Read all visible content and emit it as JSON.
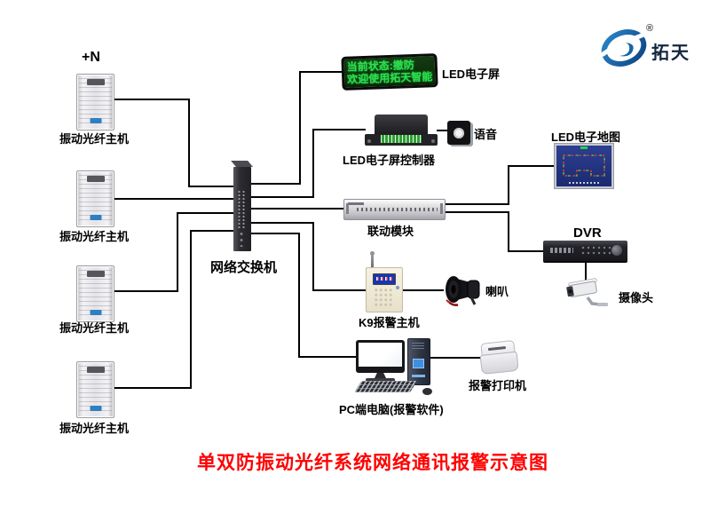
{
  "brand": {
    "name": "拓天",
    "registered_mark": "®",
    "logo_icon": "tuotian-swirl-logo"
  },
  "title": "单双防振动光纤系统网络通讯报警示意图",
  "annotations": {
    "n_label": "+N"
  },
  "hosts": [
    {
      "label": "振动光纤主机"
    },
    {
      "label": "振动光纤主机"
    },
    {
      "label": "振动光纤主机"
    },
    {
      "label": "振动光纤主机"
    }
  ],
  "switch": {
    "label": "网络交换机"
  },
  "led_screen": {
    "label": "LED电子屏",
    "display_line1": "当前状态:撤防",
    "display_line2": "欢迎使用拓天智能"
  },
  "led_controller": {
    "label": "LED电子屏控制器"
  },
  "voice": {
    "label": "语音"
  },
  "linkage_module": {
    "label": "联动模块"
  },
  "led_map": {
    "label": "LED电子地图"
  },
  "dvr": {
    "label": "DVR"
  },
  "camera": {
    "label": "摄像头"
  },
  "k9_host": {
    "label": "K9报警主机"
  },
  "horn": {
    "label": "喇叭"
  },
  "pc": {
    "label": "PC端电脑(报警软件)"
  },
  "printer": {
    "label": "报警打印机"
  },
  "colors": {
    "title": "#fe0000",
    "led_text": "#2be14f",
    "line": "#000000",
    "logo_blue": "#1565a8",
    "map_blue": "#233a86"
  }
}
